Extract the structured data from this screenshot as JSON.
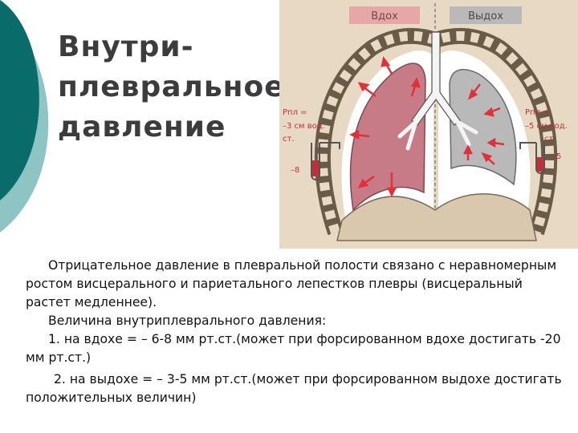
{
  "slide": {
    "title_lines": [
      "Внутри-",
      "плевральное",
      "давление"
    ],
    "paragraphs": [
      "Отрицательное давление в плевральной полости связано с неравномерным ростом висцерального и париетального лепестков плевры (висцеральный растет медленнее).",
      "Величина внутриплеврального давления:",
      "1. на вдохе = – 6-8 мм рт.ст.(может при форсированном вдохе достигать -20 мм рт.ст.)",
      "2. на выдохе = – 3-5 мм рт.ст.(может при форсированном выдохе достигать положительных величин)"
    ]
  },
  "figure": {
    "inhale_label": "Вдох",
    "exhale_label": "Выдох",
    "left_pressure": [
      "Pпл =",
      "–3 см вод.",
      "ст."
    ],
    "left_gauge": "–8",
    "right_pressure": [
      "Pпл =",
      "–5 см вод.",
      "ст"
    ],
    "right_gauge": "–5",
    "colors": {
      "background": "#e8d9c4",
      "lung_inhale": "#c77b86",
      "lung_exhale": "#b9b9b9",
      "arrow": "#e0303a",
      "header_inhale": "#e8a7a7",
      "header_exhale": "#b9b9b9",
      "deco_dark": "#0a6b6b",
      "deco_light": "#8ec4c4"
    }
  }
}
